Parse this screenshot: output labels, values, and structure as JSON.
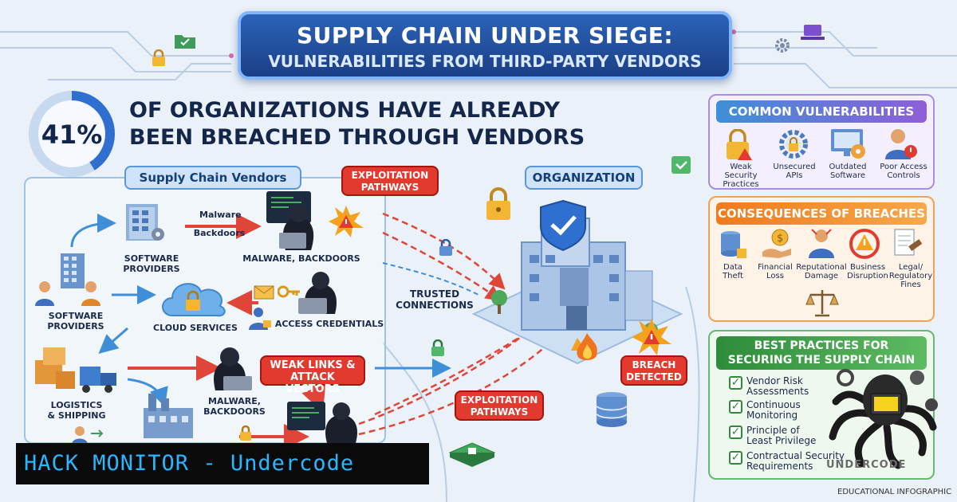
{
  "title": {
    "line1": "SUPPLY CHAIN UNDER SIEGE:",
    "line2": "VULNERABILITIES FROM THIRD-PARTY VENDORS"
  },
  "stat": {
    "value": "41%",
    "percent": 41,
    "text_line1": "OF ORGANIZATIONS HAVE ALREADY",
    "text_line2": "BEEN BREACHED THROUGH VENDORS"
  },
  "vendors": {
    "header": "Supply Chain Vendors",
    "software_providers_top": "SOFTWARE PROVIDERS",
    "software_providers_left_1": "SOFTWARE",
    "software_providers_left_2": "PROVIDERS",
    "cloud_services": "CLOUD SERVICES",
    "logistics_1": "LOGISTICS",
    "logistics_2": "& SHIPPING",
    "malware": "Malware",
    "backdoors": "Backdoors",
    "malware_backdoors_1": "MALWARE, BACKDOORS",
    "malware_backdoors_2a": "MALWARE,",
    "malware_backdoors_2b": "BACKDOORS",
    "access_credentials": "ACCESS CREDENTIALS"
  },
  "callouts": {
    "exploitation_top_1": "EXPLOITATION",
    "exploitation_top_2": "PATHWAYS",
    "weak_links_1": "WEAK LINKS &",
    "weak_links_2": "ATTACK VECTORS",
    "exploitation_bottom_1": "EXPLOITATION",
    "exploitation_bottom_2": "PATHWAYS",
    "breach_1": "BREACH",
    "breach_2": "DETECTED"
  },
  "organization": {
    "header": "ORGANIZATION",
    "trusted_1": "TRUSTED",
    "trusted_2": "CONNECTIONS"
  },
  "common_vulnerabilities": {
    "header": "COMMON VULNERABILITIES",
    "items": [
      {
        "l1": "Weak Security",
        "l2": "Practices",
        "icon": "padlock-warning-icon"
      },
      {
        "l1": "Unsecured",
        "l2": "APIs",
        "icon": "gear-lock-icon"
      },
      {
        "l1": "Outdated",
        "l2": "Software",
        "icon": "monitor-gear-icon"
      },
      {
        "l1": "Poor Access",
        "l2": "Controls",
        "icon": "user-warning-icon"
      }
    ]
  },
  "consequences": {
    "header": "CONSEQUENCES OF BREACHES",
    "items": [
      {
        "l1": "Data",
        "l2": "Theft",
        "l3": ""
      },
      {
        "l1": "Financial",
        "l2": "Loss",
        "l3": ""
      },
      {
        "l1": "Reputational",
        "l2": "Damage",
        "l3": ""
      },
      {
        "l1": "Business",
        "l2": "Disruption",
        "l3": ""
      },
      {
        "l1": "Legal/",
        "l2": "Regulatory",
        "l3": "Fines"
      }
    ]
  },
  "best_practices": {
    "header_1": "BEST PRACTICES FOR",
    "header_2": "SECURING THE SUPPLY CHAIN",
    "items": [
      {
        "l1": "Vendor Risk",
        "l2": "Assessments"
      },
      {
        "l1": "Continuous",
        "l2": "Monitoring"
      },
      {
        "l1": "Principle of",
        "l2": "Least Privilege"
      },
      {
        "l1": "Contractual Security",
        "l2": "Requirements"
      }
    ]
  },
  "branding": {
    "bar_text": "HACK MONITOR - Undercode",
    "footer": "EDUCATIONAL INFOGRAPHIC",
    "logo_text": "UNDERCODE"
  },
  "colors": {
    "title_bg": "#1b3f86",
    "alert_red": "#e23a2f",
    "vuln_header": "#4a7fd6",
    "consequence_header": "#f08a24",
    "practices_header": "#2e9b4a",
    "brand_text": "#29b7ff"
  }
}
